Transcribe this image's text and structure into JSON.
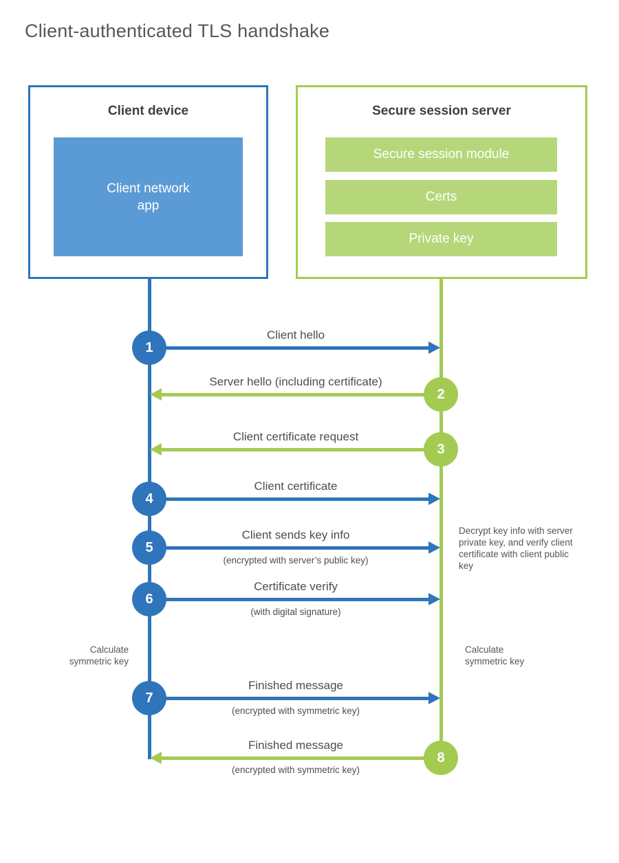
{
  "title": "Client-authenticated TLS handshake",
  "client_device": {
    "title": "Client device",
    "app_label": "Client network app"
  },
  "server": {
    "title": "Secure session server",
    "modules": [
      "Secure session module",
      "Certs",
      "Private key"
    ]
  },
  "steps": [
    {
      "num": "1",
      "from": "client",
      "to": "server",
      "label": "Client hello",
      "sublabel": ""
    },
    {
      "num": "2",
      "from": "server",
      "to": "client",
      "label": "Server hello (including certificate)",
      "sublabel": ""
    },
    {
      "num": "3",
      "from": "server",
      "to": "client",
      "label": "Client certificate request",
      "sublabel": ""
    },
    {
      "num": "4",
      "from": "client",
      "to": "server",
      "label": "Client certificate",
      "sublabel": ""
    },
    {
      "num": "5",
      "from": "client",
      "to": "server",
      "label": "Client sends key info",
      "sublabel": "(encrypted with server’s public key)"
    },
    {
      "num": "6",
      "from": "client",
      "to": "server",
      "label": "Certificate verify",
      "sublabel": "(with digital signature)"
    },
    {
      "num": "7",
      "from": "client",
      "to": "server",
      "label": "Finished message",
      "sublabel": "(encrypted with symmetric key)"
    },
    {
      "num": "8",
      "from": "server",
      "to": "client",
      "label": "Finished message",
      "sublabel": "(encrypted with symmetric key)"
    }
  ],
  "annotations": {
    "decrypt_note": "Decrypt key info with server private key, and verify client certificate with client public key",
    "calculate_left": "Calculate symmetric key",
    "calculate_right": "Calculate symmetric key"
  },
  "colors": {
    "client_accent": "#2E75BB",
    "client_fill": "#5B9BD5",
    "server_accent": "#A3CB52",
    "server_fill": "#B5D77A"
  }
}
